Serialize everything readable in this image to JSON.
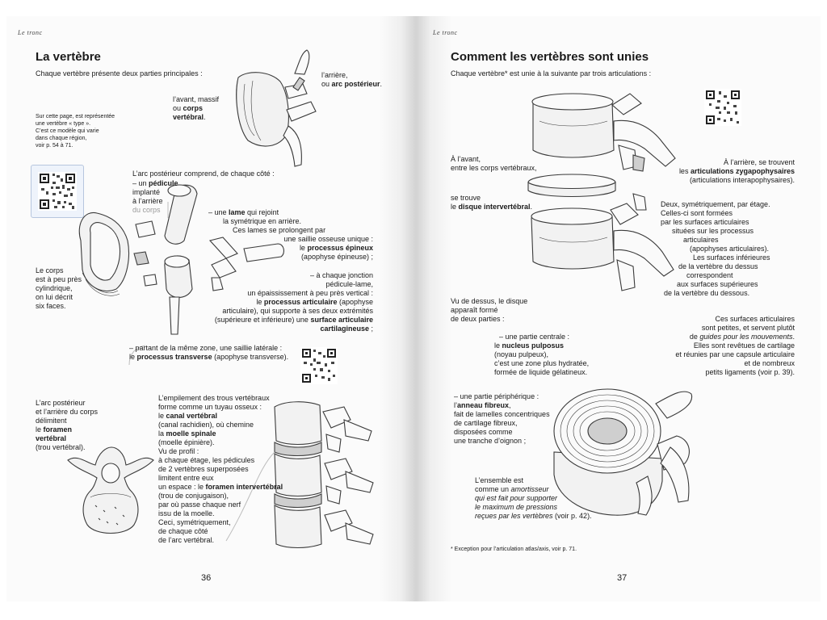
{
  "left_page": {
    "running_head": "Le tronc",
    "title": "La vertèbre",
    "intro": "Chaque vertèbre présente deux parties principales :",
    "side_note": [
      "Sur cette page, est représentée",
      "une vertèbre « type ».",
      "C’est ce modèle qui varie",
      "dans chaque région,",
      "voir p. 54 à 71."
    ],
    "arriere_l1": "l’arrière,",
    "arriere_l2_pre": "ou ",
    "arriere_l2_bold": "arc postérieur",
    "arriere_l2_post": ".",
    "avant_l1": "l’avant, massif",
    "avant_l2_pre": "ou ",
    "avant_l2_bold": "corps",
    "avant_l3_bold": "vertébral",
    "avant_l3_post": ".",
    "arc_intro": "L’arc postérieur comprend, de chaque côté :",
    "pedicule_pre": "– un ",
    "pedicule_bold": "pédicule",
    "pedicule_l2": "implanté",
    "pedicule_l3": "à l’arrière",
    "pedicule_l4": "du corps",
    "lame_pre": "– une ",
    "lame_bold": "lame",
    "lame_post": " qui rejoint",
    "lame_l2": "la symétrique en arrière.",
    "lame_l3": "Ces lames se prolongent par",
    "lame_l4": "une saillie osseuse unique :",
    "lame_l5_pre": "le ",
    "lame_l5_bold": "processus épineux",
    "lame_l6": "(apophyse épineuse) ;",
    "corps_note": [
      "Le corps",
      "est à peu près",
      "cylindrique,",
      "on lui décrit",
      "six faces."
    ],
    "jonction_l1": "– à chaque jonction",
    "jonction_l2": "pédicule-lame,",
    "jonction_l3": "un épaississement à peu près vertical :",
    "jonction_l4_pre": "le ",
    "jonction_l4_bold": "processus articulaire",
    "jonction_l4_post": " (apophyse",
    "jonction_l5": "articulaire), qui supporte à ses deux extrémités",
    "jonction_l6_pre": "(supérieure et inférieure) une ",
    "jonction_l6_bold": "surface articulaire",
    "jonction_l7_bold": "cartilagineuse",
    "jonction_l7_post": " ;",
    "transverse_l1": "– partant de la même zone, une saillie latérale :",
    "transverse_l2_pre": "le ",
    "transverse_l2_bold": "processus transverse",
    "transverse_l2_post": " (apophyse transverse).",
    "foramen_l1": "L’arc postérieur",
    "foramen_l2": "et l’arrière du corps",
    "foramen_l3": "délimitent",
    "foramen_l4_pre": "le ",
    "foramen_l4_bold": "foramen",
    "foramen_l5_bold": "vertébral",
    "foramen_l6": "(trou vertébral).",
    "canal_l1": "L’empilement des trous vertébraux",
    "canal_l2": "forme comme un tuyau osseux :",
    "canal_l3_pre": "le ",
    "canal_l3_bold": "canal vertébral",
    "canal_l4": "(canal rachidien), où chemine",
    "canal_l5_pre": "la ",
    "canal_l5_bold": "moelle spinale",
    "canal_l6": "(moelle épinière).",
    "canal_l7": "Vu de profil :",
    "canal_l8": "à chaque étage, les pédicules",
    "canal_l9": "de 2 vertèbres superposées",
    "canal_l10": "limitent entre eux",
    "canal_l11_pre": "un espace : le ",
    "canal_l11_bold": "foramen intervertébral",
    "canal_l12": "(trou de conjugaison),",
    "canal_l13": "par où passe chaque nerf",
    "canal_l14": "issu de la moelle.",
    "canal_l15": "Ceci, symétriquement,",
    "canal_l16": "de chaque côté",
    "canal_l17": "de l’arc vertébral.",
    "page_number": "36"
  },
  "right_page": {
    "running_head": "Le tronc",
    "title": "Comment les vertèbres sont unies",
    "intro": "Chaque vertèbre* est unie à la suivante par trois articulations :",
    "avant_l1": "À l’avant,",
    "avant_l2": "entre les corps vertébraux,",
    "disque_l1": "se trouve",
    "disque_l2_pre": "le ",
    "disque_l2_bold": "disque intervertébral",
    "disque_l2_post": ".",
    "arriere_l1": "À l’arrière, se trouvent",
    "arriere_l2_pre": "les ",
    "arriere_l2_bold": "articulations zygapophysaires",
    "arriere_l3": "(articulations interapophysaires).",
    "zyg_lines": [
      "Deux, symétriquement, par étage.",
      "Celles-ci sont formées",
      "par les surfaces articulaires",
      "situées sur les processus",
      "articulaires",
      "(apophyses articulaires).",
      "Les surfaces inférieures",
      "de la vertèbre du dessus",
      "correspondent",
      "aux surfaces supérieures",
      "de la vertèbre du dessous."
    ],
    "dessus_l1": "Vu de dessus, le disque",
    "dessus_l2": "apparaît formé",
    "dessus_l3": "de deux parties :",
    "nucleus_l1": "– une partie centrale :",
    "nucleus_l2_pre": "le ",
    "nucleus_l2_bold": "nucleus pulposus",
    "nucleus_l3": "(noyau pulpeux),",
    "nucleus_l4": "c’est une zone plus hydratée,",
    "nucleus_l5": "formée de liquide gélatineux.",
    "surf_l1": "Ces surfaces articulaires",
    "surf_l2_pre": "sont petites, et servent plutôt",
    "surf_l3_pre": "de ",
    "surf_l3_italic": "guides pour les mouvements",
    "surf_l3_post": ".",
    "surf_l4": "Elles sont revêtues de cartilage",
    "surf_l5": "et réunies par une capsule articulaire",
    "surf_l6": "et de nombreux",
    "surf_l7": "petits ligaments (voir p. 39).",
    "anneau_l1": "– une partie périphérique :",
    "anneau_l2_pre": "l’",
    "anneau_l2_bold": "anneau fibreux",
    "anneau_l2_post": ",",
    "anneau_l3": "fait de lamelles concentriques",
    "anneau_l4": "de cartilage fibreux,",
    "anneau_l5": "disposées comme",
    "anneau_l6": "une tranche d’oignon ;",
    "ensemble_l1": "L’ensemble est",
    "ensemble_l2_pre": "comme un ",
    "ensemble_l2_italic": "amortisseur",
    "ensemble_l3_italic": "qui est fait pour supporter",
    "ensemble_l4_italic": "le maximum de pressions",
    "ensemble_l5_italic": "reçues par les vertèbres",
    "ensemble_l5_post": " (voir p. 42).",
    "footnote": "* Exception pour l’articulation atlas/axis, voir p. 71.",
    "page_number": "37"
  }
}
